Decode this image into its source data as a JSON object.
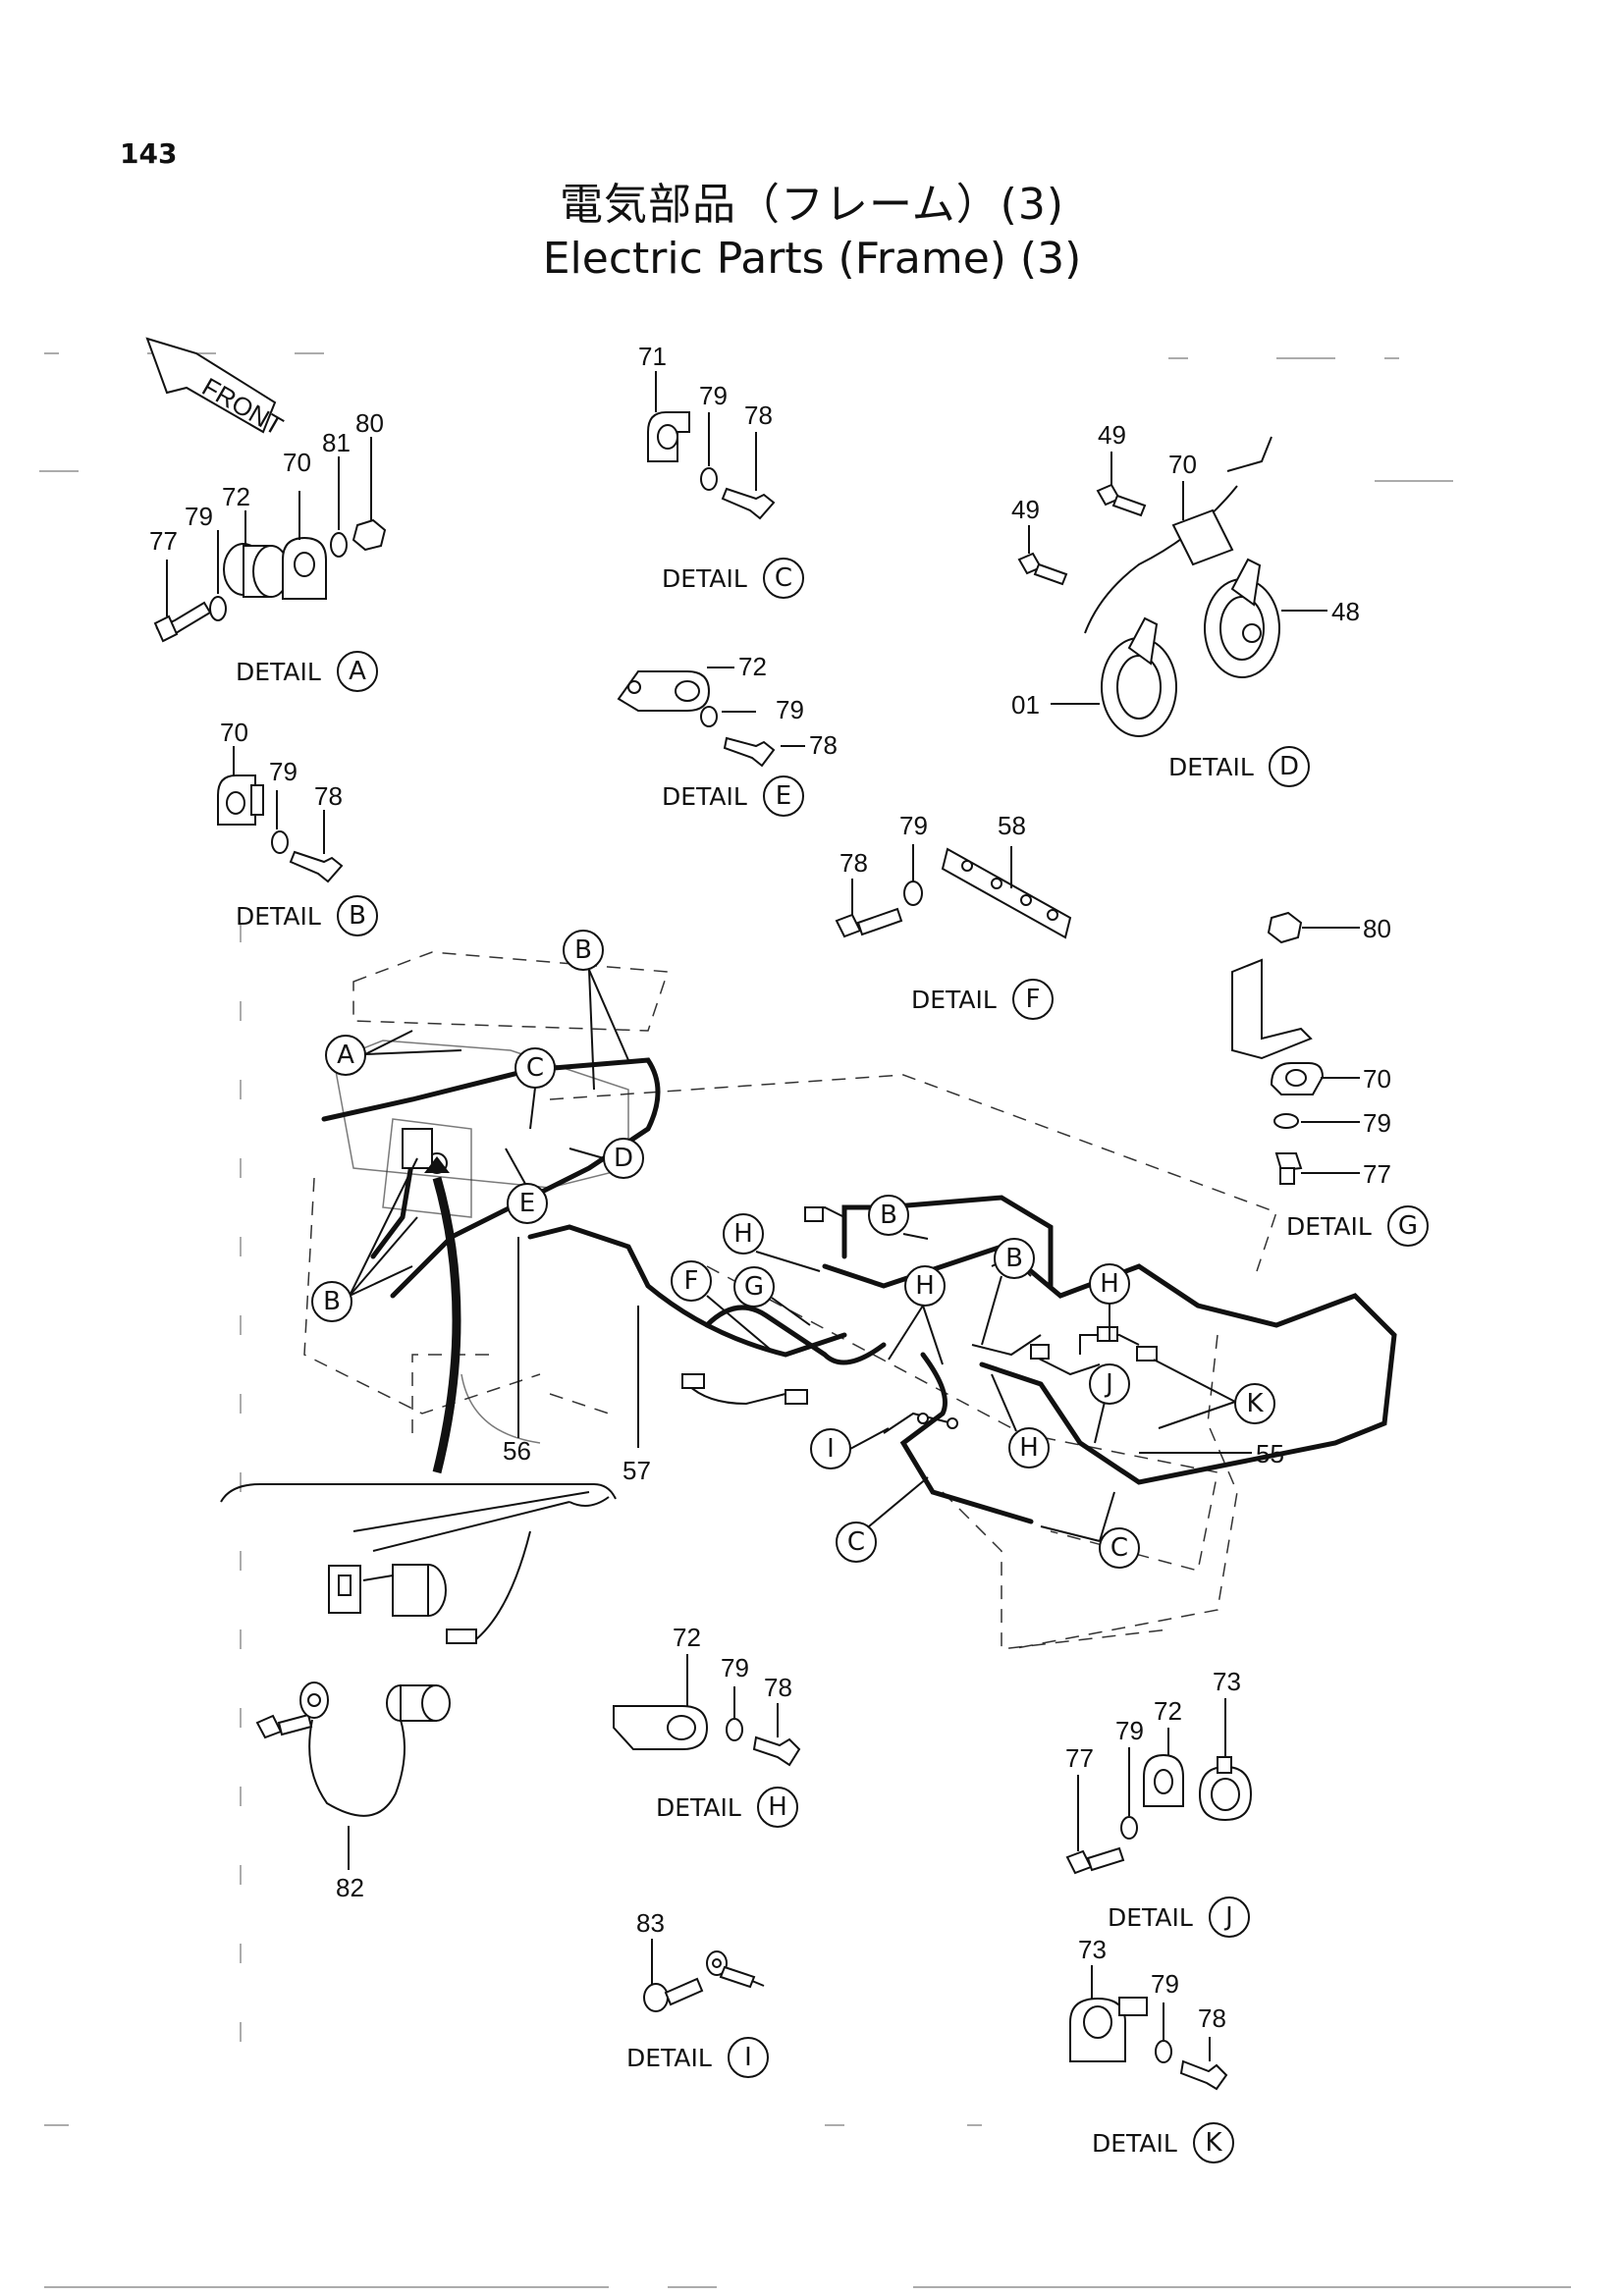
{
  "header": {
    "page_number": "143",
    "title_ja": "電気部品（フレーム）(3)",
    "title_en": "Electric Parts (Frame) (3)"
  },
  "front_arrow": {
    "label": "FRONT"
  },
  "details": {
    "A": {
      "caption": "DETAIL",
      "letter": "A",
      "callouts": [
        "77",
        "79",
        "72",
        "70",
        "81",
        "80"
      ]
    },
    "B": {
      "caption": "DETAIL",
      "letter": "B",
      "callouts": [
        "70",
        "79",
        "78"
      ]
    },
    "C": {
      "caption": "DETAIL",
      "letter": "C",
      "callouts": [
        "71",
        "79",
        "78"
      ]
    },
    "D": {
      "caption": "DETAIL",
      "letter": "D",
      "callouts": [
        "49",
        "70",
        "49",
        "48",
        "01"
      ]
    },
    "E": {
      "caption": "DETAIL",
      "letter": "E",
      "callouts": [
        "72",
        "79",
        "78"
      ]
    },
    "F": {
      "caption": "DETAIL",
      "letter": "F",
      "callouts": [
        "79",
        "58",
        "78"
      ]
    },
    "G": {
      "caption": "DETAIL",
      "letter": "G",
      "callouts": [
        "80",
        "70",
        "79",
        "77"
      ]
    },
    "H": {
      "caption": "DETAIL",
      "letter": "H",
      "callouts": [
        "72",
        "79",
        "78"
      ]
    },
    "I": {
      "caption": "DETAIL",
      "letter": "I",
      "callouts": [
        "83"
      ]
    },
    "J": {
      "caption": "DETAIL",
      "letter": "J",
      "callouts": [
        "73",
        "72",
        "79",
        "77"
      ]
    },
    "K": {
      "caption": "DETAIL",
      "letter": "K",
      "callouts": [
        "73",
        "79",
        "78"
      ]
    }
  },
  "main_view": {
    "harness_callouts": [
      "55",
      "56",
      "57"
    ],
    "ground_cable_callout": "82",
    "detail_markers": [
      "A",
      "B",
      "C",
      "D",
      "E",
      "F",
      "G",
      "H",
      "I",
      "J",
      "K"
    ]
  }
}
